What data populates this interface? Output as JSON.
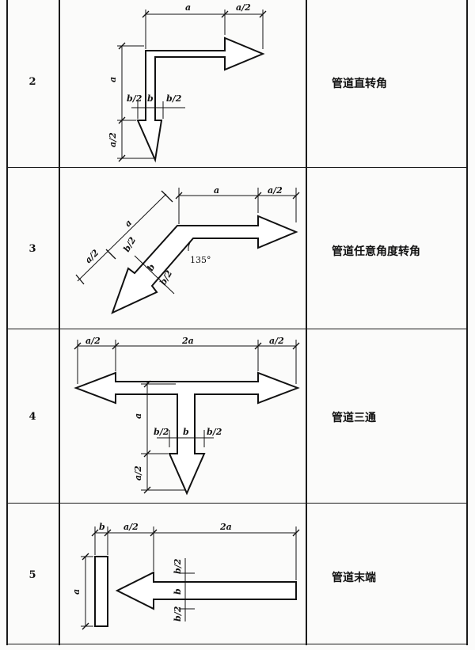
{
  "rows": [
    {
      "number": "2",
      "name": "管道直转角",
      "labels": {
        "a_top": "a",
        "a_half_top": "a/2",
        "a_left": "a",
        "a_half_left": "a/2",
        "b_half_1": "b/2",
        "b": "b",
        "b_half_2": "b/2"
      }
    },
    {
      "number": "3",
      "name": "管道任意角度转角",
      "labels": {
        "a_top": "a",
        "a_half_top": "a/2",
        "a_diag": "a",
        "a_half_diag": "a/2",
        "b_half_1": "b/2",
        "b": "b",
        "b_half_2": "b/2",
        "angle": "135°"
      }
    },
    {
      "number": "4",
      "name": "管道三通",
      "labels": {
        "a_half_l": "a/2",
        "two_a": "2a",
        "a_half_r": "a/2",
        "a_left": "a",
        "a_half_left": "a/2",
        "b_half_1": "b/2",
        "b": "b",
        "b_half_2": "b/2"
      }
    },
    {
      "number": "5",
      "name": "管道末端",
      "labels": {
        "b_top": "b",
        "a_half_top": "a/2",
        "two_a": "2a",
        "a_left": "a",
        "b_half_1": "b/2",
        "b": "b",
        "b_half_2": "b/2"
      }
    }
  ]
}
